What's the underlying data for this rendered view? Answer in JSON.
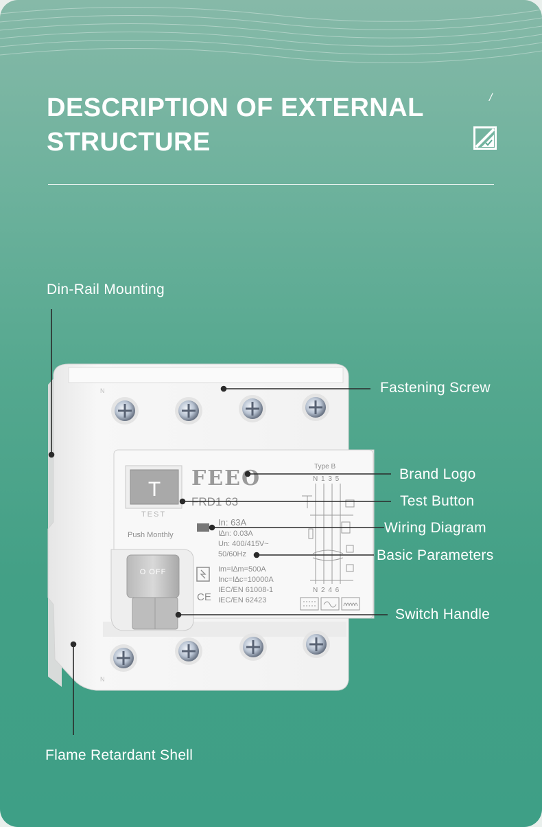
{
  "header": {
    "title_line1": "DESCRIPTION OF EXTERNAL",
    "title_line2": "STRUCTURE",
    "slash_mark": "/",
    "icon": "pencil-square-icon"
  },
  "colors": {
    "background_top": "#86b9a8",
    "background_bottom": "#3e9f86",
    "text": "#ffffff",
    "device_body": "#f4f4f4"
  },
  "callouts": {
    "din_rail": "Din-Rail Mounting",
    "fastening_screw": "Fastening Screw",
    "brand_logo": "Brand Logo",
    "test_button": "Test Button",
    "wiring_diagram": "Wiring Diagram",
    "basic_parameters": "Basic Parameters",
    "switch_handle": "Switch Handle",
    "flame_shell": "Flame Retardant Shell"
  },
  "device": {
    "brand": "FEEO",
    "model": "FRD1 63",
    "type": "Type B",
    "test_key": "T",
    "test_caption": "TEST",
    "push_monthly": "Push Monthly",
    "handle_text": "O OFF",
    "terminals_top": "N 1 3 5",
    "terminals_bottom": "N 2 4 6",
    "params": [
      "In: 63A",
      "I∆n: 0.03A",
      "Un: 400/415V~",
      "50/60Hz"
    ],
    "ratings": [
      "Im=I∆m=500A",
      "Inc=I∆c=10000A",
      "IEC/EN 61008-1",
      "IEC/EN 62423"
    ],
    "ce_mark": "CE",
    "corner_mark": "N"
  }
}
